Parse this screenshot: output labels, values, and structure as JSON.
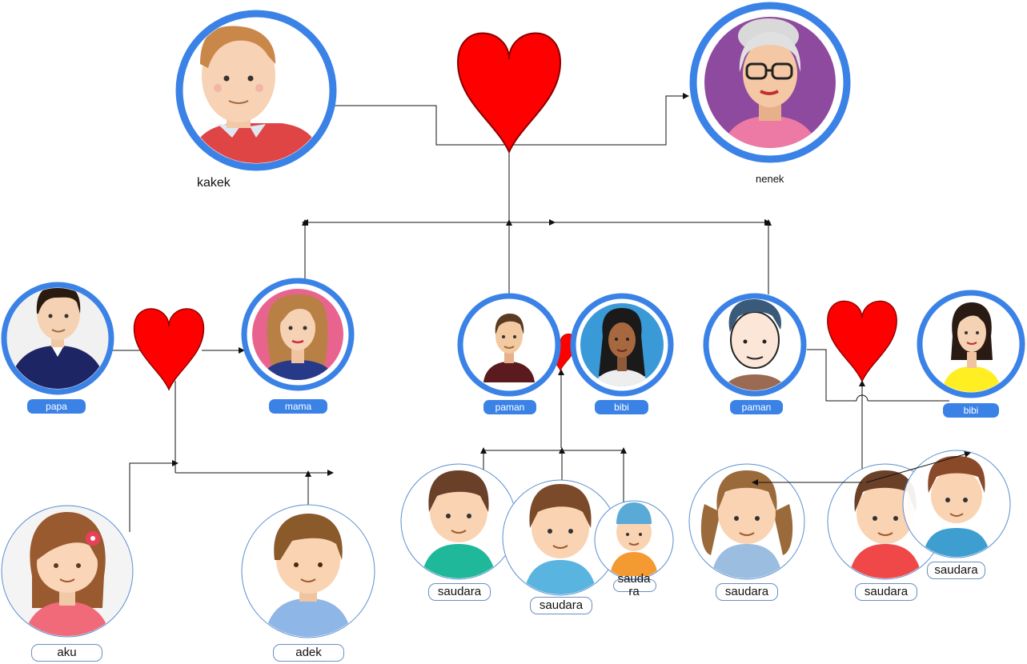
{
  "labels": {
    "kakek": "kakek",
    "nenek": "nenek",
    "papa": "papa",
    "mama": "mama",
    "paman_1": "paman",
    "bibi_1": "bibi",
    "paman_2": "paman",
    "bibi_2": "bibi",
    "aku": "aku",
    "adek": "adek",
    "saudara_1": "saudara",
    "saudara_2": "saudara",
    "saudara_3": "sauda ra",
    "saudara_4": "saudara",
    "saudara_5": "saudara",
    "saudara_6": "saudara"
  },
  "colors": {
    "heart": "#ff0000",
    "ring_thick": "#3b82e6",
    "ring_thin": "#5b8fd0",
    "pill": "#3b82e6",
    "line": "#111111"
  },
  "icons": {
    "grandfather": "grandfather-avatar-icon",
    "grandmother": "grandmother-avatar-icon",
    "heart": "heart-icon"
  }
}
